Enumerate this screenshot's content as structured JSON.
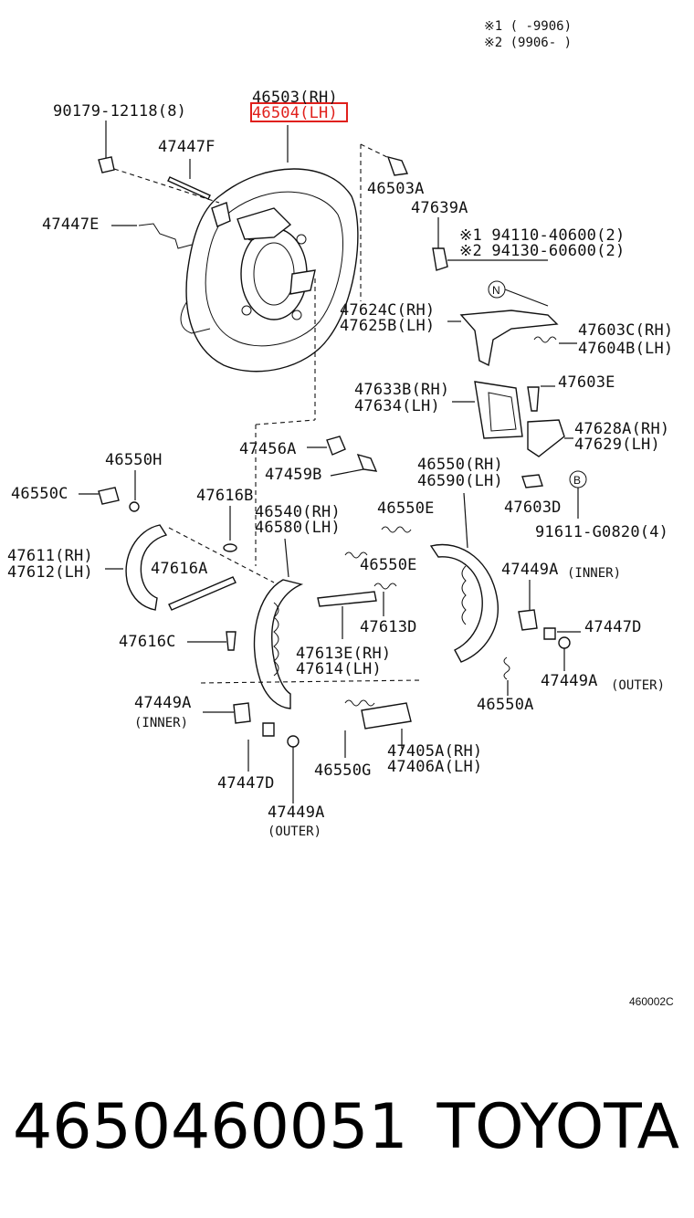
{
  "notes": [
    "※1 (      -9906)",
    "※2 (9906-      )"
  ],
  "diagram_code": "460002C",
  "footer": {
    "part_number": "4650460051",
    "brand": "TOYOTA"
  },
  "highlight_color": "#e0201c",
  "labels": {
    "p90179": "90179-12118(8)",
    "p46503": "46503(RH)",
    "p46504": "46504(LH)",
    "p47447F": "47447F",
    "p47447E": "47447E",
    "p46503A": "46503A",
    "p47639A": "47639A",
    "p94110": "※1 94110-40600(2)",
    "p94130": "※2 94130-60600(2)",
    "circleN": "N",
    "p47624C": "47624C(RH)",
    "p47625B": "47625B(LH)",
    "p47603C": "47603C(RH)",
    "p47604B": "47604B(LH)",
    "p47633B": "47633B(RH)",
    "p47634": "47634(LH)",
    "p47603E": "47603E",
    "p47628A": "47628A(RH)",
    "p47629": "47629(LH)",
    "p47456A": "47456A",
    "p47459B": "47459B",
    "p46550H": "46550H",
    "p46550C": "46550C",
    "p47616B": "47616B",
    "p46540": "46540(RH)",
    "p46580": "46580(LH)",
    "p46550E_a": "46550E",
    "p46550E_b": "46550E",
    "p46550RH": "46550(RH)",
    "p46590": "46590(LH)",
    "circleB": "B",
    "p47603D": "47603D",
    "p91611": "91611-G0820(4)",
    "p47611": "47611(RH)",
    "p47612": "47612(LH)",
    "p47616A": "47616A",
    "p47449A_in_r": "47449A",
    "inner_r": "(INNER)",
    "p47613D": "47613D",
    "p47447D_r": "47447D",
    "p47616C": "47616C",
    "p47613E": "47613E(RH)",
    "p47614": "47614(LH)",
    "p47449A_out_r": "47449A",
    "outer_r": "(OUTER)",
    "p46550A": "46550A",
    "p47449A_in_l": "47449A",
    "inner_l": "(INNER)",
    "p47405A": "47405A(RH)",
    "p47406A": "47406A(LH)",
    "p46550G": "46550G",
    "p47447D_l": "47447D",
    "p47449A_out_l": "47449A",
    "outer_l": "(OUTER)"
  }
}
